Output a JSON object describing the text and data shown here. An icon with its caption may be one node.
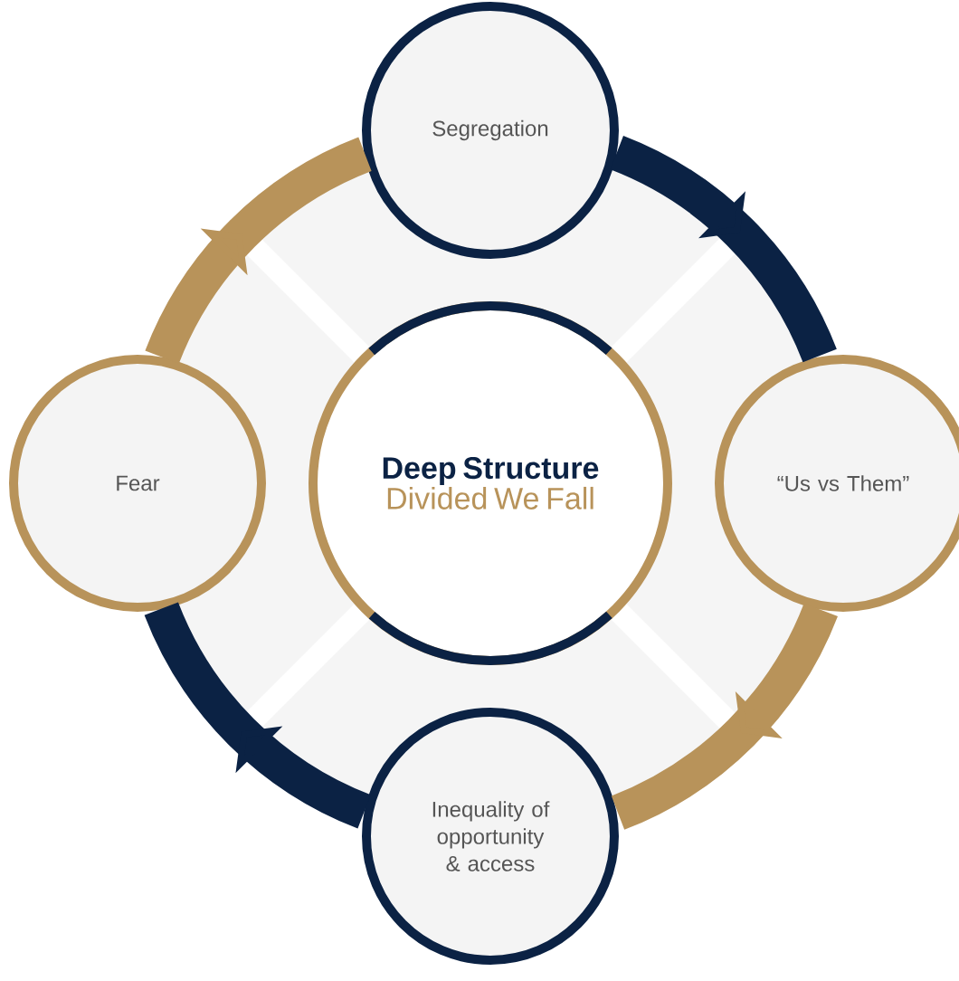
{
  "diagram": {
    "nodes": [
      {
        "text": [
          "Segregation"
        ]
      },
      {
        "text": [
          "Fear"
        ]
      },
      {
        "text": [
          "Deep Structure",
          "Divided We Fall"
        ]
      },
      {
        "text": [
          "“Us vs Them”"
        ]
      },
      {
        "text": [
          "Inequality of opportunity & access"
        ]
      }
    ],
    "edges": [
      {
        "from": 0,
        "to": 3,
        "arrow": "to"
      },
      {
        "from": 3,
        "to": 4,
        "arrow": "to",
        "color": "#b8935a"
      },
      {
        "from": 4,
        "to": 1,
        "arrow": "to"
      },
      {
        "from": 1,
        "to": 0,
        "arrow": "to",
        "color": "#b8935a"
      }
    ]
  }
}
